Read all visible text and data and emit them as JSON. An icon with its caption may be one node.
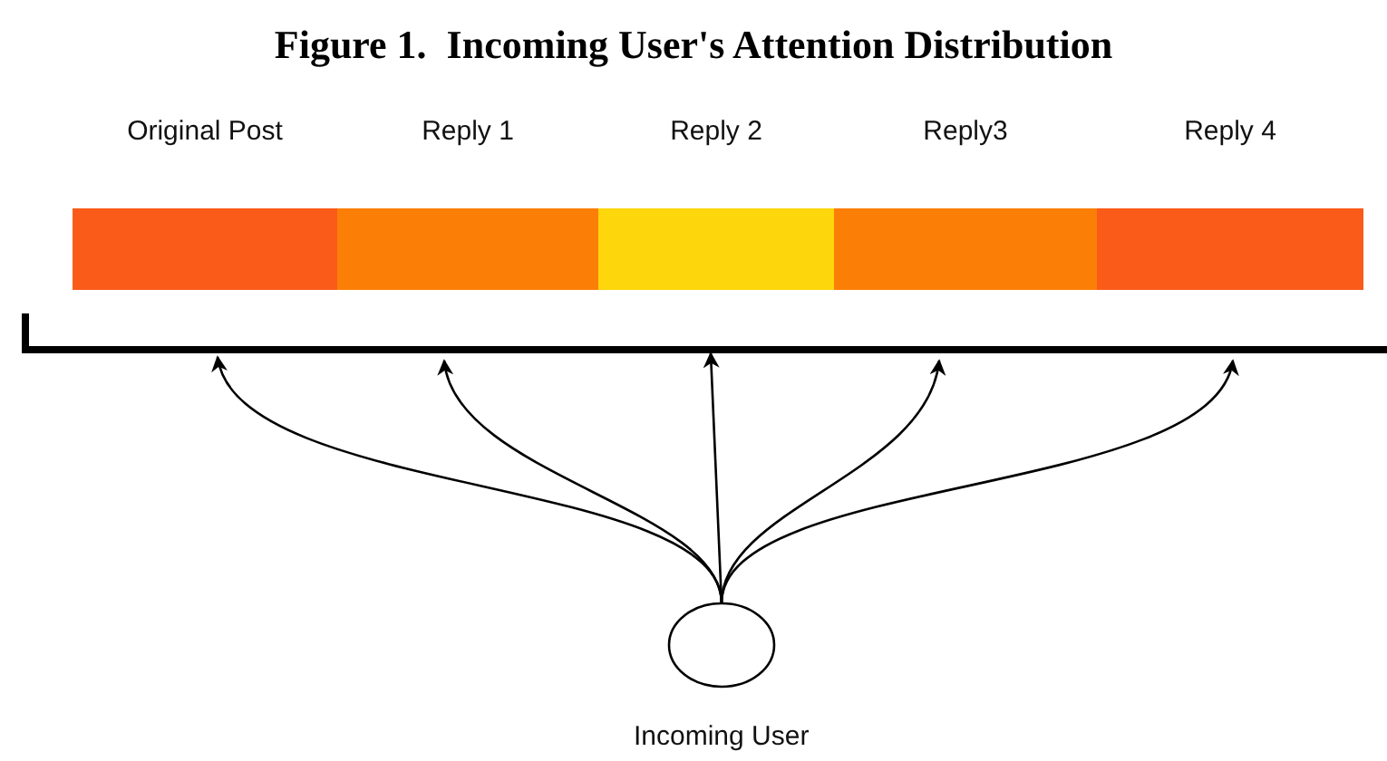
{
  "diagram": {
    "title": "Figure 1.  Incoming User's Attention Distribution",
    "nodes": [
      {
        "text": [
          "Original Post"
        ]
      },
      {
        "text": [
          "Reply 1"
        ]
      },
      {
        "text": [
          "Reply 2"
        ]
      },
      {
        "text": [
          "Reply3"
        ]
      },
      {
        "text": [
          "Reply 4"
        ]
      },
      {
        "text": [],
        "shape": "circle",
        "beside": [
          "Incoming User"
        ]
      }
    ],
    "edges": [
      {
        "from": 5,
        "to": 0,
        "arrow": "to"
      },
      {
        "from": 5,
        "to": 1,
        "arrow": "to"
      },
      {
        "from": 5,
        "to": 2,
        "arrow": "to"
      },
      {
        "from": 5,
        "to": 3,
        "arrow": "to"
      },
      {
        "from": 5,
        "to": 4,
        "arrow": "to"
      }
    ]
  }
}
